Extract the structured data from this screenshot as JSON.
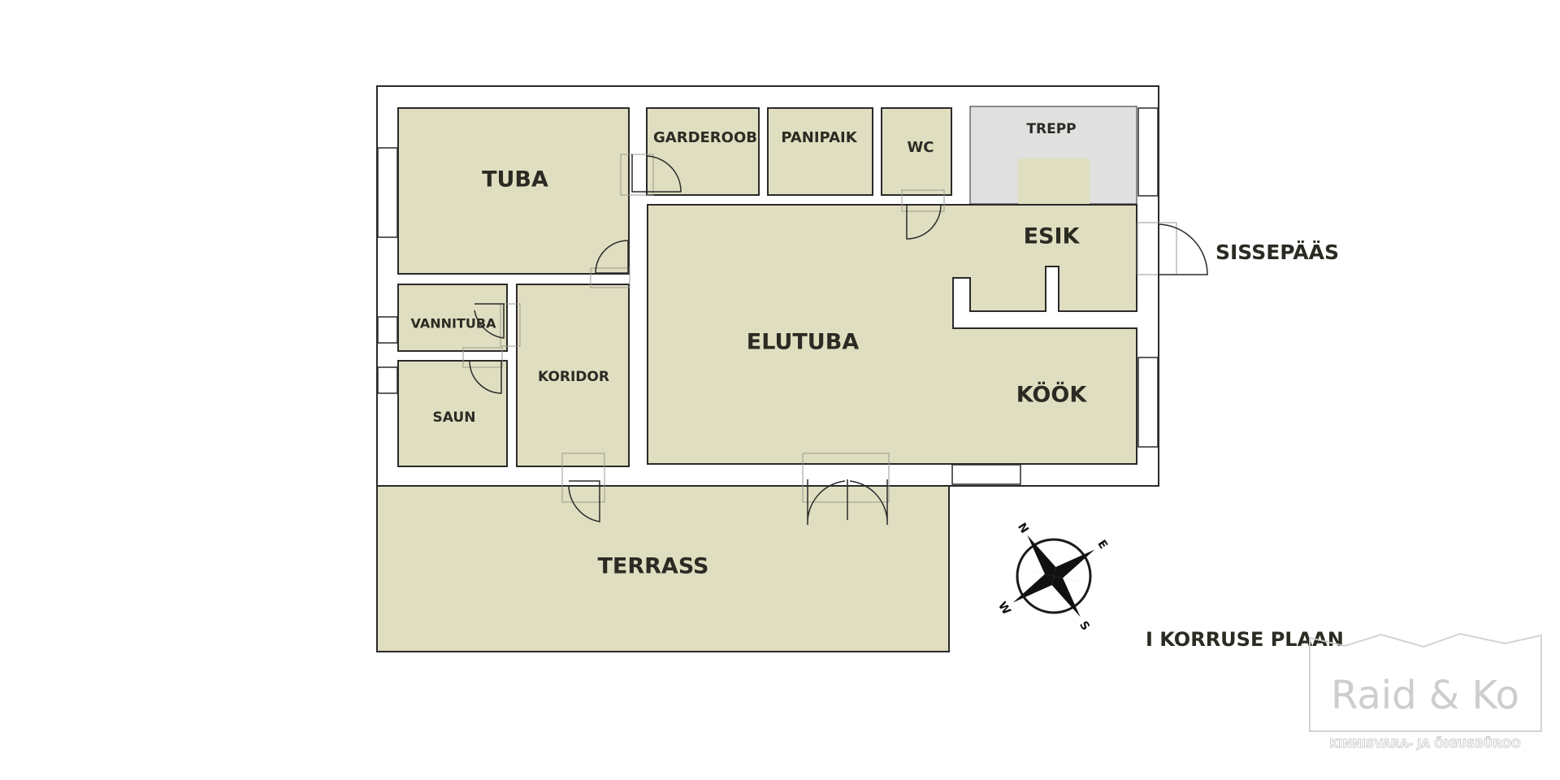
{
  "rooms": {
    "tuba": "TUBA",
    "garderoob": "GARDEROOB",
    "panipaik": "PANIPAIK",
    "wc": "WC",
    "trepp": "TREPP",
    "esik": "ESIK",
    "vannituba": "VANNITUBA",
    "koridor": "KORIDOR",
    "saun": "SAUN",
    "elutuba": "ELUTUBA",
    "kook": "KÖÖK",
    "terrass": "TERRASS"
  },
  "entrance_label": "SISSEPÄÄS",
  "floor_title": "I KORRUSE PLAAN",
  "compass": {
    "n": "N",
    "e": "E",
    "s": "S",
    "w": "W"
  },
  "logo": {
    "name": "Raid & Ko",
    "tagline": "KINNISVARA- JA ÕIGUSBÜROO"
  },
  "colors": {
    "room_fill": "#e0dec0",
    "stair_fill": "#e0e0e0",
    "wall": "#2a2a2a"
  }
}
